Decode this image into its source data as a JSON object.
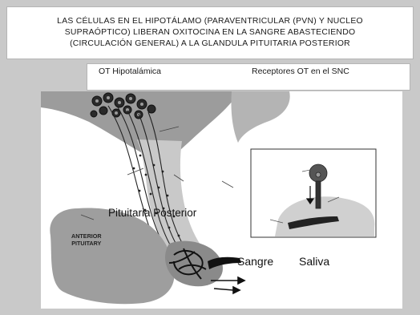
{
  "caption": {
    "lines": [
      "LAS CÉLULAS EN EL HIPOTÁLAMO (PARAVENTRICULAR (PVN) Y NUCLEO",
      "SUPRAÓPTICO) LIBERAN OXITOCINA EN LA SANGRE ABASTECIENDO",
      "(CIRCULACIÓN GENERAL) A LA GLANDULA PITUITARIA POSTERIOR"
    ]
  },
  "top_labels": {
    "hypothalamic_ot": "OT Hipotalámica",
    "cns_receptors": "Receptores OT en el SNC"
  },
  "figure": {
    "labels": {
      "posterior_pituitary": "Pituitaria Posterior",
      "anterior_pituitary": "ANTERIOR\nPITUITARY",
      "blood": "Sangre",
      "saliva": "Saliva"
    }
  },
  "colors": {
    "background": "#c9c9c9",
    "panel": "#ffffff",
    "tissue_gray": "#9a9a9a",
    "ink": "#111111"
  }
}
